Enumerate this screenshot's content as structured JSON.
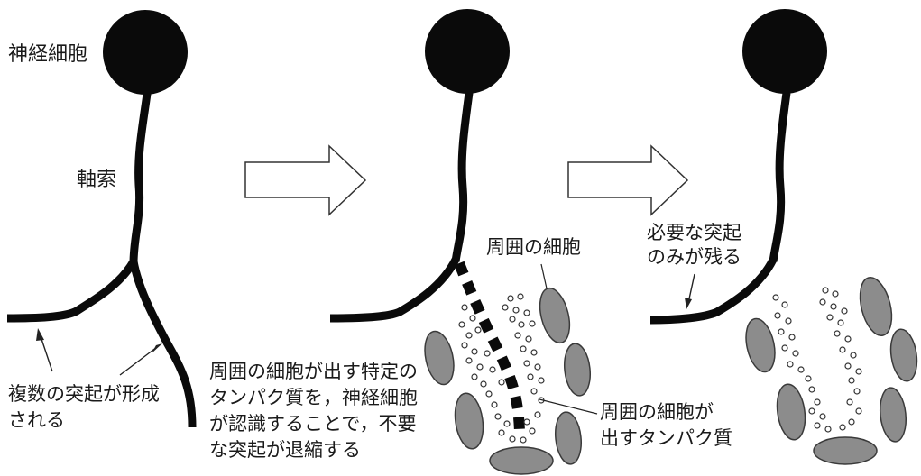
{
  "labels": {
    "neuron": "神経細胞",
    "axon": "軸索",
    "multi_process_formation": "複数の突起が形成\nされる",
    "mechanism_explanation": "周囲の細胞が出す特定の\nタンパク質を，神経細胞\nが認識することで，不要\nな突起が退縮する",
    "surrounding_cells": "周囲の細胞",
    "secreted_protein": "周囲の細胞が\n出すタンパク質",
    "needed_process_remains": "必要な突起\nのみが残る"
  },
  "colors": {
    "neuron_body": "#0a0a0a",
    "surrounding_cell_fill": "#8c8c8c",
    "surrounding_cell_stroke": "#3a3a3a",
    "arrow_stroke": "#333333"
  }
}
